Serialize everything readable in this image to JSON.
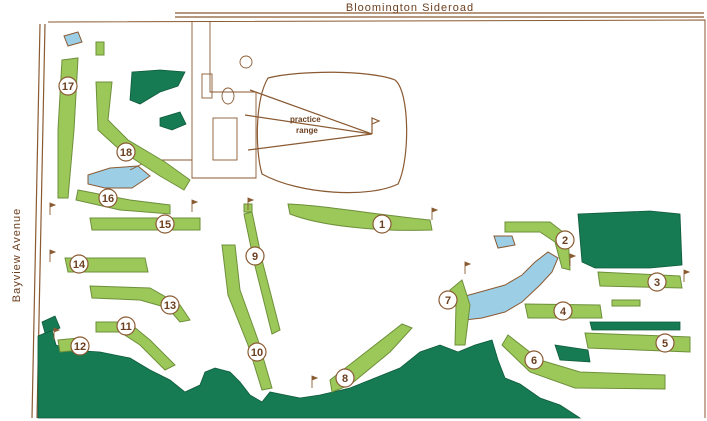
{
  "map": {
    "roads": {
      "north": "Bloomington Sideroad",
      "west": "Bayview Avenue"
    },
    "practice_range": {
      "line1": "practice",
      "line2": "range"
    },
    "colors": {
      "outline": "#8a5a32",
      "fairway": "#9cc85a",
      "fairway_edge": "#6e8f3a",
      "forest": "#167a52",
      "water": "#9ccfe6",
      "label": "#6b3f1f"
    },
    "holes": [
      {
        "label": "1"
      },
      {
        "label": "2"
      },
      {
        "label": "3"
      },
      {
        "label": "4"
      },
      {
        "label": "5"
      },
      {
        "label": "6"
      },
      {
        "label": "7"
      },
      {
        "label": "8"
      },
      {
        "label": "9"
      },
      {
        "label": "10"
      },
      {
        "label": "11"
      },
      {
        "label": "12"
      },
      {
        "label": "13"
      },
      {
        "label": "14"
      },
      {
        "label": "15"
      },
      {
        "label": "16"
      },
      {
        "label": "17"
      },
      {
        "label": "18"
      }
    ]
  }
}
